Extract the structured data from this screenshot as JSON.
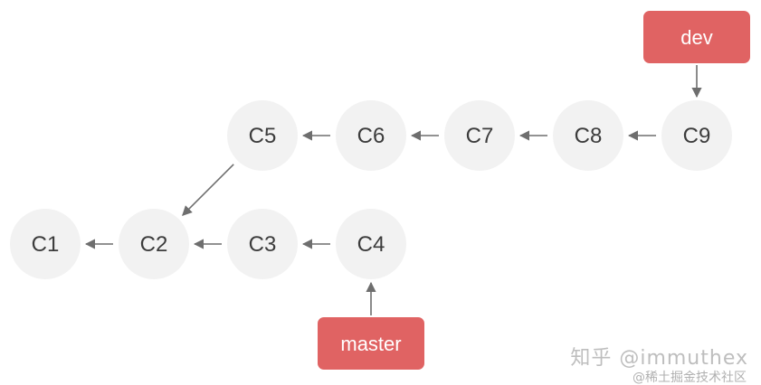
{
  "nodes": [
    {
      "id": "C1",
      "label": "C1"
    },
    {
      "id": "C2",
      "label": "C2"
    },
    {
      "id": "C3",
      "label": "C3"
    },
    {
      "id": "C4",
      "label": "C4"
    },
    {
      "id": "C5",
      "label": "C5"
    },
    {
      "id": "C6",
      "label": "C6"
    },
    {
      "id": "C7",
      "label": "C7"
    },
    {
      "id": "C8",
      "label": "C8"
    },
    {
      "id": "C9",
      "label": "C9"
    }
  ],
  "edges": [
    {
      "from": "C2",
      "to": "C1"
    },
    {
      "from": "C3",
      "to": "C2"
    },
    {
      "from": "C4",
      "to": "C3"
    },
    {
      "from": "C5",
      "to": "C2"
    },
    {
      "from": "C6",
      "to": "C5"
    },
    {
      "from": "C7",
      "to": "C6"
    },
    {
      "from": "C8",
      "to": "C7"
    },
    {
      "from": "C9",
      "to": "C8"
    }
  ],
  "branches": [
    {
      "id": "dev",
      "label": "dev",
      "points_to": "C9"
    },
    {
      "id": "master",
      "label": "master",
      "points_to": "C4"
    }
  ],
  "watermark": {
    "line1": "知乎 @immuthex",
    "line2": "@稀土掘金技术社区"
  },
  "colors": {
    "node_fill": "#f2f2f2",
    "branch_fill": "#e06363",
    "edge": "#6e6e6e"
  }
}
